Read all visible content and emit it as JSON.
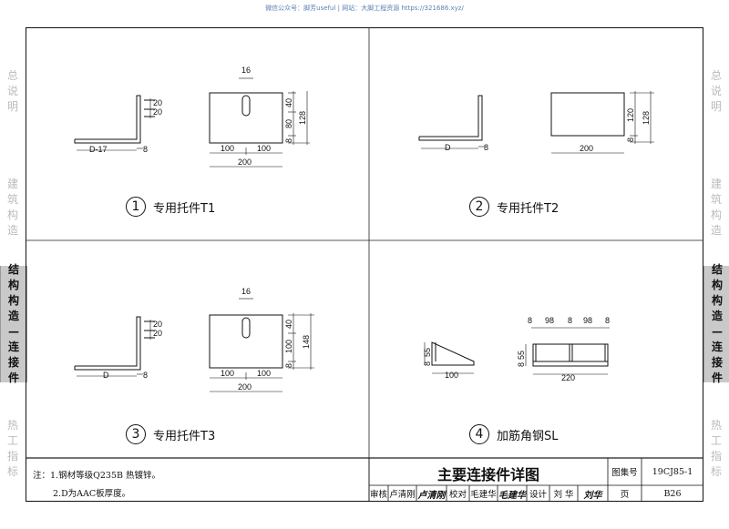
{
  "watermark": "微信公众号：脚芳useful  |  网站：大脚工程资源  https://321686.xyz/",
  "side_tabs": [
    {
      "chars": [
        "总",
        "说",
        "明"
      ],
      "active": false
    },
    {
      "chars": [
        "建",
        "筑",
        "构",
        "造"
      ],
      "active": false
    },
    {
      "chars": [
        "结",
        "构",
        "构",
        "造",
        "—",
        "连",
        "接",
        "件"
      ],
      "active": true
    },
    {
      "chars": [
        "热",
        "工",
        "指",
        "标"
      ],
      "active": false
    }
  ],
  "details": [
    {
      "num": "1",
      "label": "专用托件T1"
    },
    {
      "num": "2",
      "label": "专用托件T2"
    },
    {
      "num": "3",
      "label": "专用托件T3"
    },
    {
      "num": "4",
      "label": "加筋角钢SL"
    }
  ],
  "dims": {
    "t1": {
      "slot_w": "16",
      "top1": "40",
      "top2": "80",
      "bottom": "8",
      "total": "128",
      "half1": "100",
      "half2": "100",
      "width": "200",
      "angle_len": "D-17",
      "angle_t": "8",
      "angle_a": "20",
      "angle_b": "20"
    },
    "t2": {
      "h1": "120",
      "bottom": "8",
      "total": "128",
      "width": "200",
      "angle_len": "D",
      "angle_t": "8"
    },
    "t3": {
      "slot_w": "16",
      "top1": "40",
      "top2": "100",
      "bottom": "8",
      "total": "148",
      "half1": "100",
      "half2": "100",
      "width": "200",
      "angle_len": "D",
      "angle_t": "8",
      "angle_a": "20",
      "angle_b": "20"
    },
    "sl": {
      "h": "55",
      "t": "8",
      "len": "100",
      "p1": "8",
      "p2": "98",
      "p3": "8",
      "p4": "98",
      "p5": "8",
      "total": "220",
      "h2": "55",
      "t2": "8"
    }
  },
  "notes": {
    "prefix": "注：",
    "line1": "1.钢材等级Q235B 热镀锌。",
    "line2": "2.D为AAC板厚度。"
  },
  "title_block": {
    "title": "主要连接件详图",
    "atlas_label": "图集号",
    "atlas_no": "19CJ85-1",
    "review_label": "审核",
    "reviewer": "卢清刚",
    "reviewer_sig": "卢清刚",
    "check_label": "校对",
    "checker": "毛建华",
    "checker_sig": "毛建华",
    "design_label": "设计",
    "designer": "刘 华",
    "designer_sig": "刘华",
    "page_label": "页",
    "page_no": "B26"
  }
}
